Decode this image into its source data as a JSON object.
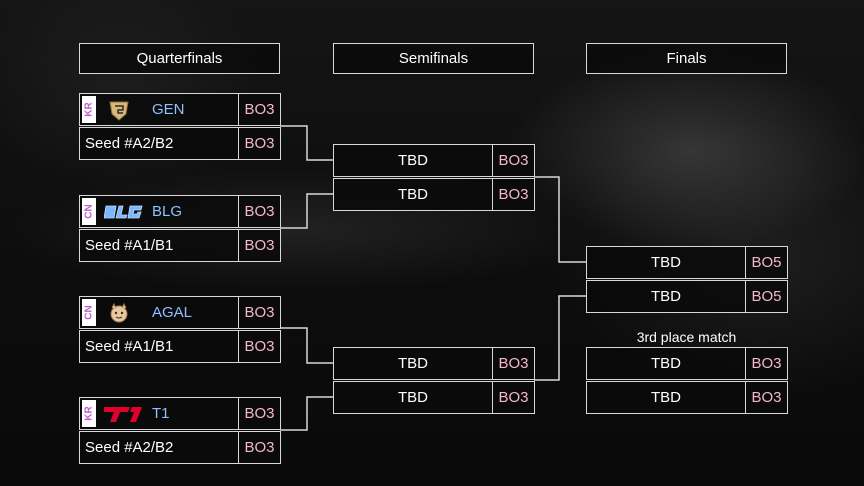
{
  "headers": {
    "quarterfinals": "Quarterfinals",
    "semifinals": "Semifinals",
    "finals": "Finals"
  },
  "quarterfinals": [
    {
      "team": {
        "region": "KR",
        "name": "GEN",
        "bo": "BO3"
      },
      "seed": {
        "name": "Seed #A2/B2",
        "bo": "BO3"
      }
    },
    {
      "team": {
        "region": "CN",
        "name": "BLG",
        "bo": "BO3"
      },
      "seed": {
        "name": "Seed #A1/B1",
        "bo": "BO3"
      }
    },
    {
      "team": {
        "region": "CN",
        "name": "AGAL",
        "bo": "BO3"
      },
      "seed": {
        "name": "Seed #A1/B1",
        "bo": "BO3"
      }
    },
    {
      "team": {
        "region": "KR",
        "name": "T1",
        "bo": "BO3"
      },
      "seed": {
        "name": "Seed #A2/B2",
        "bo": "BO3"
      }
    }
  ],
  "semifinals": [
    {
      "top": {
        "name": "TBD",
        "bo": "BO3"
      },
      "bottom": {
        "name": "TBD",
        "bo": "BO3"
      }
    },
    {
      "top": {
        "name": "TBD",
        "bo": "BO3"
      },
      "bottom": {
        "name": "TBD",
        "bo": "BO3"
      }
    }
  ],
  "finals": {
    "top": {
      "name": "TBD",
      "bo": "BO5"
    },
    "bottom": {
      "name": "TBD",
      "bo": "BO5"
    }
  },
  "third_place": {
    "label": "3rd place match",
    "top": {
      "name": "TBD",
      "bo": "BO3"
    },
    "bottom": {
      "name": "TBD",
      "bo": "BO3"
    }
  },
  "colors": {
    "line": "#d8d8d8",
    "bo_text": "#f4b8c8",
    "team_name": "#8fc0ff",
    "region_text": "#c060c8"
  },
  "icons": [
    "gen-logo-icon",
    "blg-logo-icon",
    "agal-logo-icon",
    "t1-logo-icon"
  ]
}
